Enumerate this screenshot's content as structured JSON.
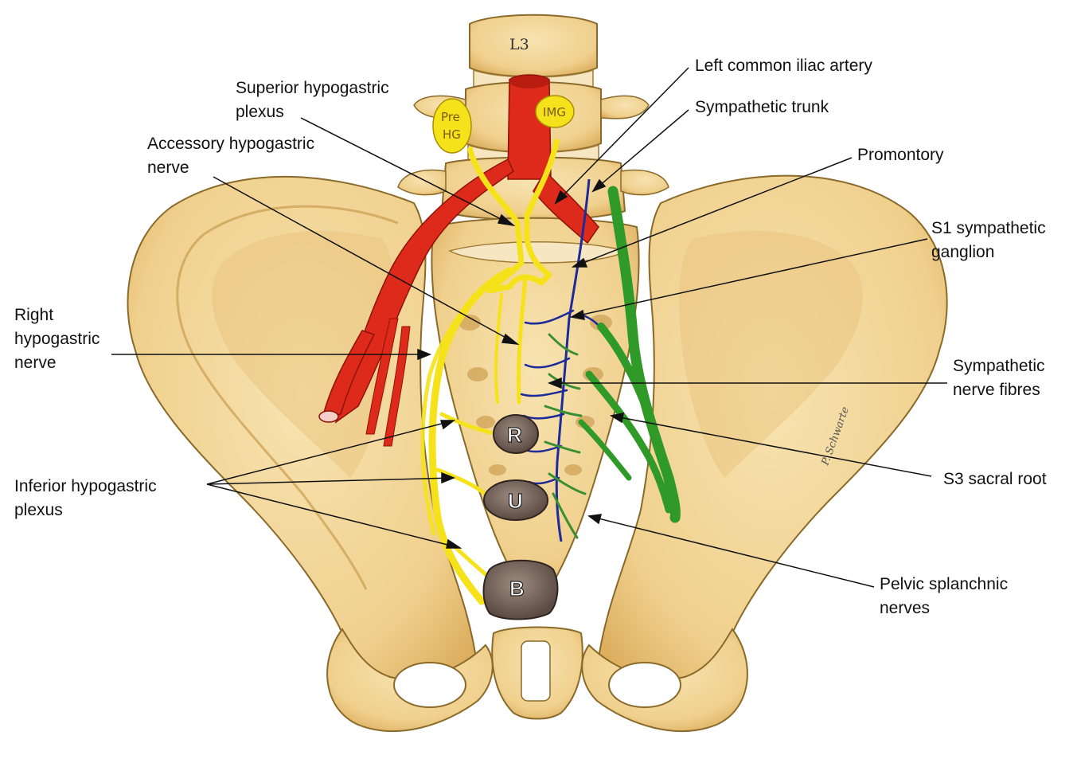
{
  "labels": {
    "superior_hypogastric_plexus": "Superior hypogastric\nplexus",
    "accessory_hypogastric_nerve": "Accessory hypogastric\nnerve",
    "right_hypogastric_nerve": "Right\nhypogastric\nnerve",
    "inferior_hypogastric_plexus": "Inferior hypogastric\nplexus",
    "left_common_iliac_artery": "Left common iliac artery",
    "sympathetic_trunk": "Sympathetic trunk",
    "promontory": "Promontory",
    "s1_sympathetic_ganglion": "S1 sympathetic\nganglion",
    "sympathetic_nerve_fibres": "Sympathetic\nnerve fibres",
    "s3_sacral_root": "S3 sacral root",
    "pelvic_splanchnic_nerves": "Pelvic splanchnic\nnerves"
  },
  "drawing_text": {
    "vertebra": "L3",
    "pre_hg_line1": "Pre",
    "pre_hg_line2": "HG",
    "img": "IMG",
    "rectum": "R",
    "uterus": "U",
    "bladder": "B",
    "signature": "P. Schwarte"
  },
  "colors": {
    "bone": "#f2d79b",
    "bone_shade": "#d9ad5f",
    "artery": "#dd2a1b",
    "hypogastric_nerve": "#f5e21a",
    "sacral_root": "#2f9a27",
    "sympathetic_fibres": "#1c2a9a",
    "organ": "#6e5a4e"
  }
}
